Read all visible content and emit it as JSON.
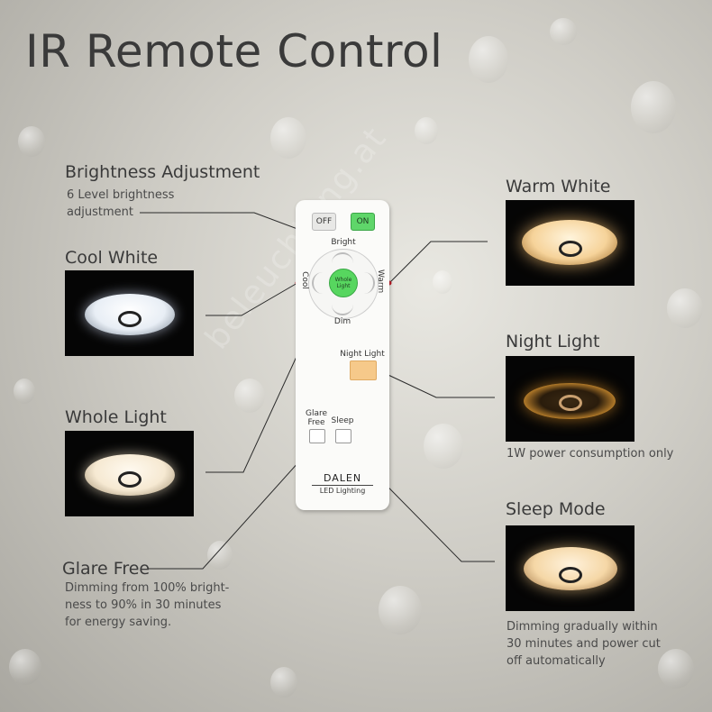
{
  "title": "IR Remote Control",
  "watermark": "beleuchtung.at",
  "features": {
    "brightness": {
      "label": "Brightness Adjustment",
      "desc": "6 Level brightness\nadjustment"
    },
    "cool_white": {
      "label": "Cool White"
    },
    "whole_light": {
      "label": "Whole Light"
    },
    "glare_free": {
      "label": "Glare Free",
      "desc": "Dimming from 100% bright-\nness to 90% in 30 minutes\nfor energy saving."
    },
    "warm_white": {
      "label": "Warm White"
    },
    "night_light": {
      "label": "Night Light",
      "desc": "1W power consumption only"
    },
    "sleep_mode": {
      "label": "Sleep Mode",
      "desc": "Dimming gradually within\n30 minutes and power cut\noff automatically"
    }
  },
  "remote": {
    "off": "OFF",
    "on": "ON",
    "bright": "Bright",
    "dim": "Dim",
    "cool": "Cool",
    "warm": "Warm",
    "whole_light": "Whole\nLight",
    "night_light": "Night Light",
    "glare_free": "Glare\nFree",
    "sleep": "Sleep",
    "brand": "DALEN",
    "sub": "LED Lighting"
  },
  "colors": {
    "accent_red": "#c0202a",
    "on_green": "#5fd66a",
    "night_orange": "#f6c98a",
    "text": "#3a3a3a"
  }
}
